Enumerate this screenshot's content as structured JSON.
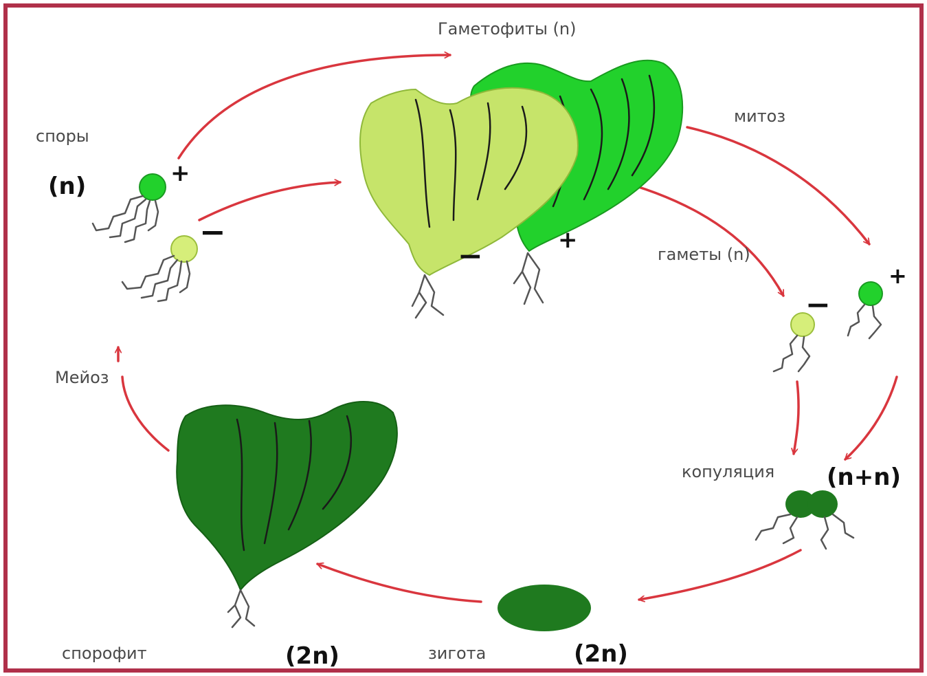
{
  "colors": {
    "frame": "#b0304a",
    "arrow": "#d9363e",
    "gametophyte_minus": "#c6e46a",
    "gametophyte_plus": "#22d12c",
    "sporophyte": "#1f7a1f",
    "zygote": "#1f7a1f",
    "spore_plus": "#22d12c",
    "spore_minus": "#d6ee7a"
  },
  "labels": {
    "gametophytes": "Гаметофиты (n)",
    "mitosis": "митоз",
    "spores": "споры",
    "spores_ploidy": "(n)",
    "gametes": "гаметы (n)",
    "meiosis": "Мейоз",
    "copulation": "копуляция",
    "copulation_ploidy": "(n+n)",
    "sporophyte": "спорофит",
    "sporophyte_ploidy": "(2n)",
    "zygote": "зигота",
    "zygote_ploidy": "(2n)"
  },
  "signs": {
    "spore_plus": "+",
    "spore_minus": "−",
    "gametophyte_minus": "−",
    "gametophyte_plus": "+",
    "gamete_minus": "−",
    "gamete_plus": "+"
  }
}
